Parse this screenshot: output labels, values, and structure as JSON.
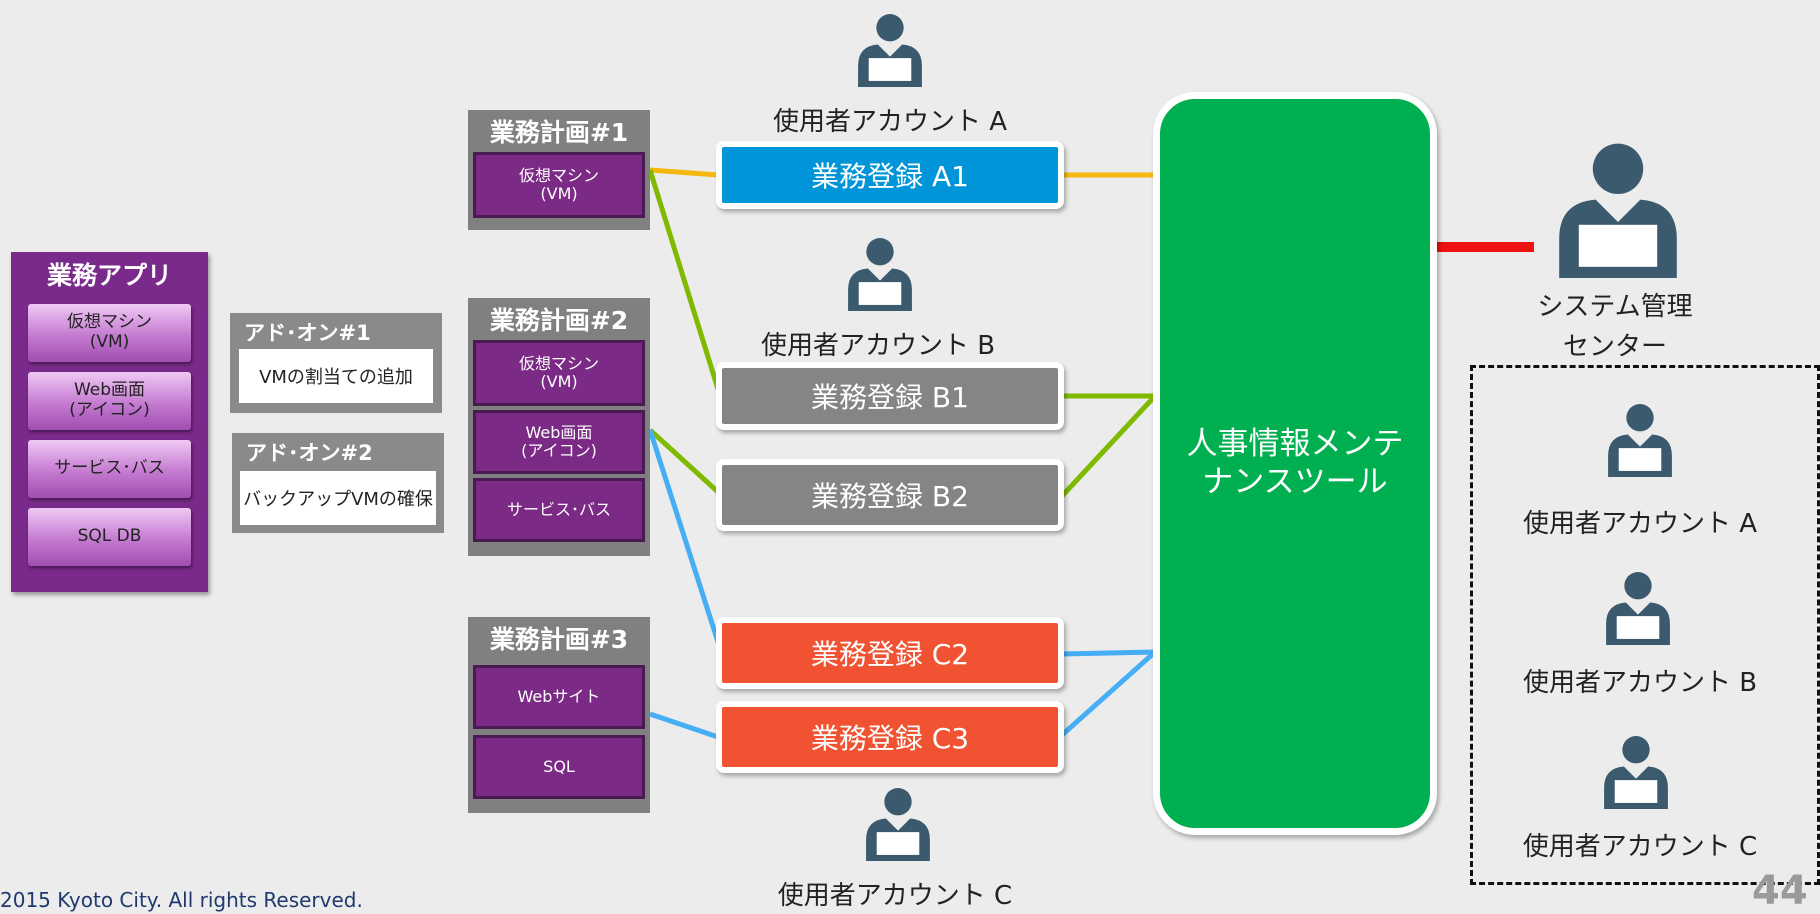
{
  "app": {
    "title": "業務アプリ",
    "items": [
      "仮想マシン\n(VM)",
      "Web画面\n(アイコン)",
      "サービス･バス",
      "SQL DB"
    ]
  },
  "addons": [
    {
      "title": "アド･オン#1",
      "body": "VMの割当ての追加"
    },
    {
      "title": "アド･オン#2",
      "body": "バックアップVMの確保"
    }
  ],
  "plans": [
    {
      "title": "業務計画#1",
      "items": [
        "仮想マシン\n(VM)"
      ]
    },
    {
      "title": "業務計画#2",
      "items": [
        "仮想マシン\n(VM)",
        "Web画面\n(アイコン)",
        "サービス･バス"
      ]
    },
    {
      "title": "業務計画#3",
      "items": [
        "Webサイト",
        "SQL"
      ]
    }
  ],
  "registrations": [
    {
      "label": "業務登録 A1",
      "color": "#0095d9"
    },
    {
      "label": "業務登録 B1",
      "color": "#858585"
    },
    {
      "label": "業務登録 B2",
      "color": "#858585"
    },
    {
      "label": "業務登録 C2",
      "color": "#f05232"
    },
    {
      "label": "業務登録 C3",
      "color": "#f05232"
    }
  ],
  "tool": {
    "label": "人事情報メンテ\nナンスツール",
    "color": "#00b050"
  },
  "users": {
    "a": "使用者アカウント A",
    "b": "使用者アカウント B",
    "c": "使用者アカウント C"
  },
  "admin": {
    "line1": "システム管理",
    "line2": "センター"
  },
  "legend_users": [
    "使用者アカウント A",
    "使用者アカウント B",
    "使用者アカウント C"
  ],
  "connector_colors": {
    "a": "#f5b80f",
    "b": "#7fba00",
    "c": "#45aef5",
    "admin": "#ee1111"
  },
  "icon_color": "#3c5a6e",
  "footer": {
    "copyright": "2015 Kyoto City. All rights Reserved.",
    "page": "44"
  }
}
